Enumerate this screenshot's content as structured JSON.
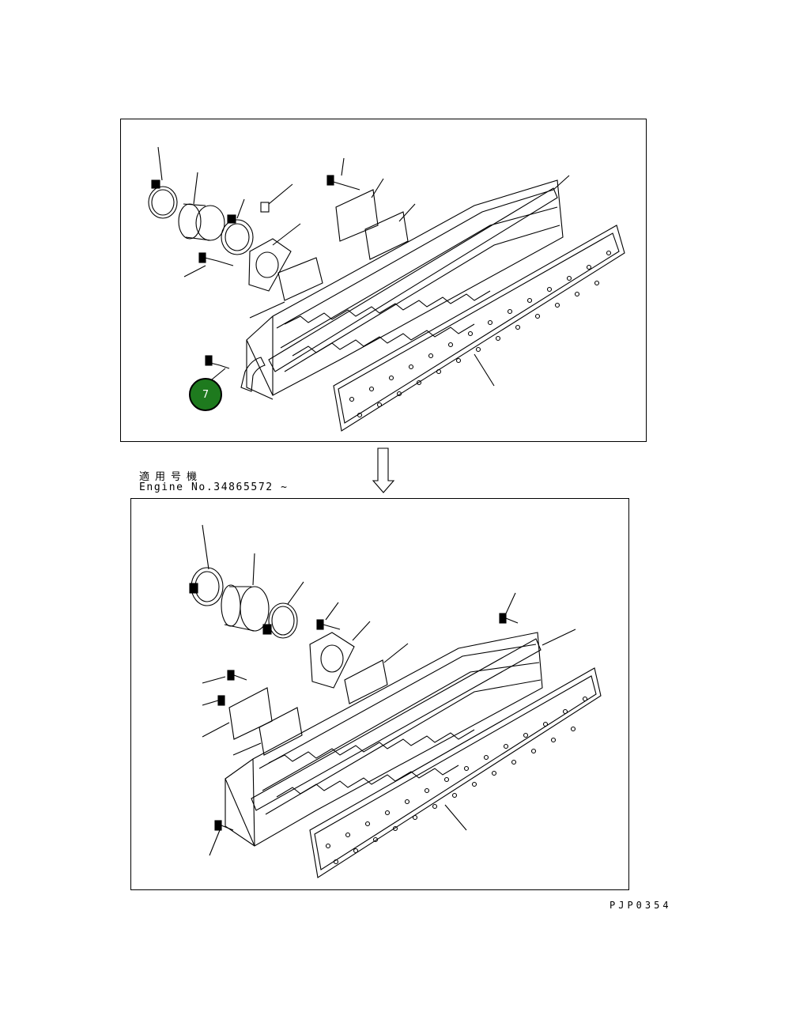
{
  "serial_label_jp": "適用号機",
  "serial_label_en": "Engine No.34865572 ~",
  "drawing_code": "PJP0354",
  "callout": {
    "number": "7",
    "color": "#1e7a1e"
  },
  "icons": [
    "down-arrow-icon"
  ]
}
